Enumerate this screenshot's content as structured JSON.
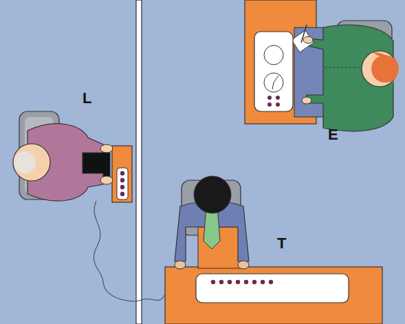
{
  "diagram": {
    "labels": [
      "L",
      "E",
      "T"
    ]
  }
}
